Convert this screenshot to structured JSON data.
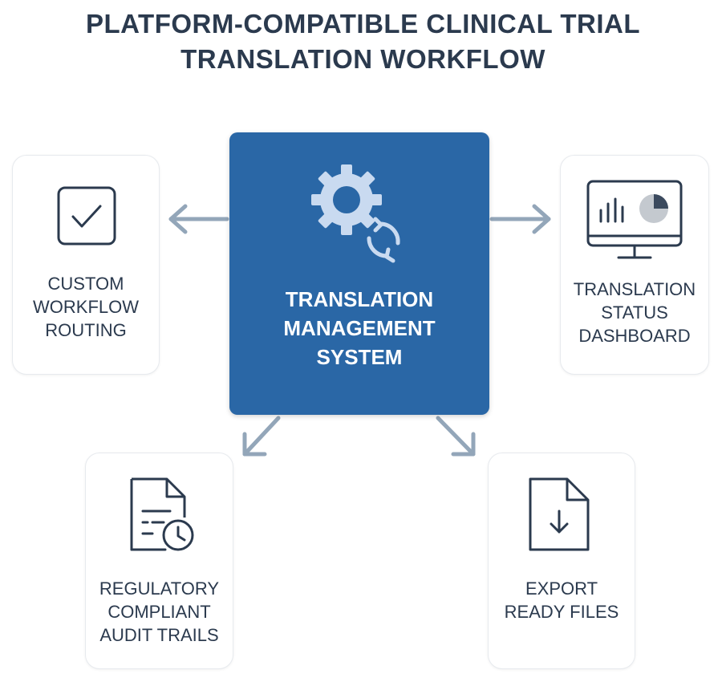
{
  "title": {
    "line1": "PLATFORM-COMPATIBLE CLINICAL TRIAL",
    "line2": "TRANSLATION WORKFLOW"
  },
  "center": {
    "line1": "TRANSLATION",
    "line2": "MANAGEMENT",
    "line3": "SYSTEM",
    "icon": "gear-sync-icon"
  },
  "nodes": {
    "left": {
      "line1": "CUSTOM",
      "line2": "WORKFLOW",
      "line3": "ROUTING",
      "icon": "checkbox-icon"
    },
    "right": {
      "line1": "TRANSLATION",
      "line2": "STATUS",
      "line3": "DASHBOARD",
      "icon": "monitor-chart-icon"
    },
    "bottom_left": {
      "line1": "REGULATORY",
      "line2": "COMPLIANT",
      "line3": "AUDIT TRAILS",
      "icon": "document-clock-icon"
    },
    "bottom_right": {
      "line1": "EXPORT",
      "line2": "READY FILES",
      "icon": "document-download-icon"
    }
  },
  "colors": {
    "center_fill": "#2a67a6",
    "text_dark": "#2b3a4e",
    "arrow": "#93a6b9",
    "icon_light": "#c9daf0"
  }
}
